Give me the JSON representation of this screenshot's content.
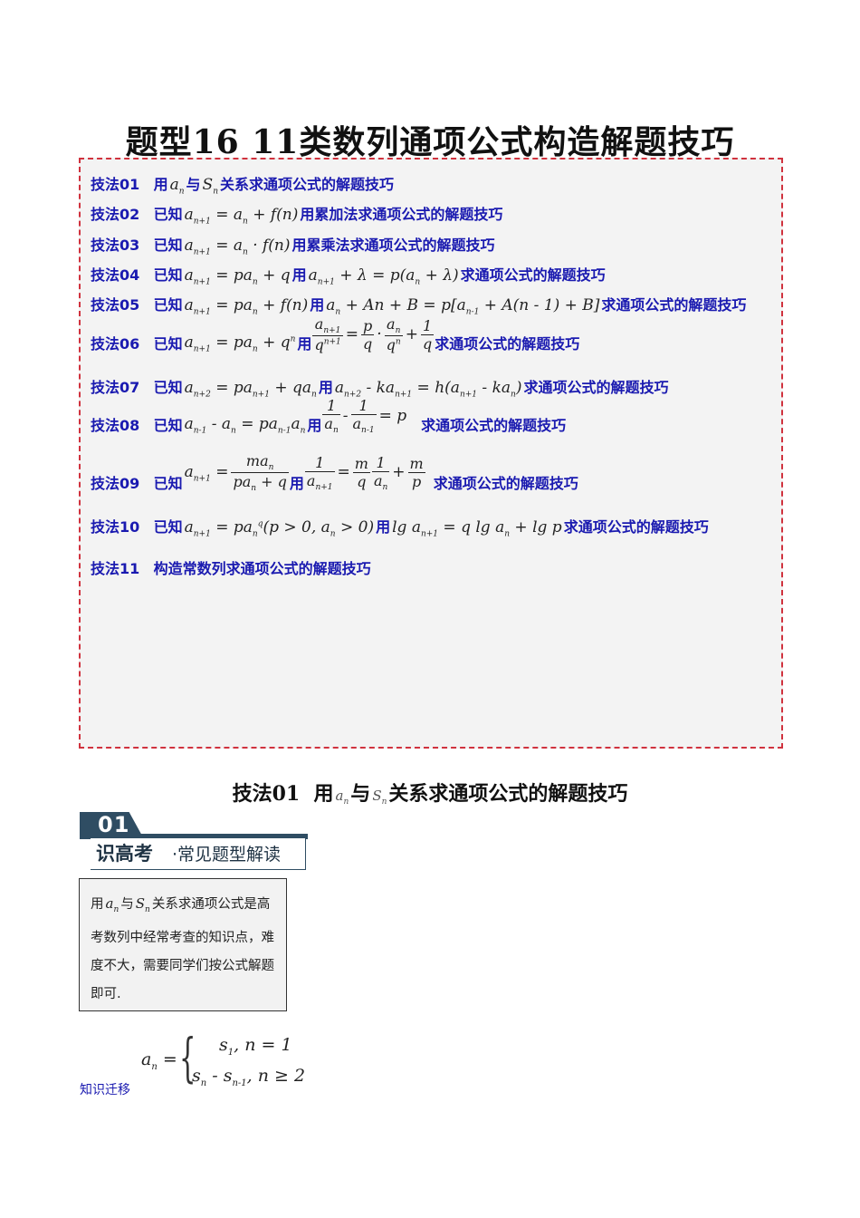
{
  "title": "题型16 11类数列通项公式构造解题技巧",
  "toc": [
    {
      "label": "技法01",
      "pre": "用",
      "post": "关系求通项公式的解题技巧"
    },
    {
      "label": "技法02",
      "pre": "已知",
      "post": "用累加法求通项公式的解题技巧"
    },
    {
      "label": "技法03",
      "pre": "已知",
      "post": "用累乘法求通项公式的解题技巧"
    },
    {
      "label": "技法04",
      "pre": "已知",
      "post": "求通项公式的解题技巧"
    },
    {
      "label": "技法05",
      "pre": "已知",
      "post": "求通项公式的解题技巧"
    },
    {
      "label": "技法06",
      "pre": "已知",
      "post": "求通项公式的解题技巧"
    },
    {
      "label": "技法07",
      "pre": "已知",
      "post": "求通项公式的解题技巧"
    },
    {
      "label": "技法08",
      "pre": "已知",
      "post": "求通项公式的解题技巧"
    },
    {
      "label": "技法09",
      "pre": "已知",
      "post": "求通项公式的解题技巧"
    },
    {
      "label": "技法10",
      "pre": "已知",
      "post": "求通项公式的解题技巧"
    },
    {
      "label": "技法11",
      "pre": "构造常数列求通项公式的解题技巧",
      "post": ""
    }
  ],
  "words": {
    "use": "用",
    "and": "与"
  },
  "section": {
    "label": "技法01",
    "pre": "用",
    "and": "与",
    "post": "关系求通项公式的解题技巧"
  },
  "badge": {
    "number": "01",
    "label_bold": "识高考",
    "label_rest": "·常见题型解读"
  },
  "explain": {
    "pre": "用",
    "mid": "与",
    "post": "关系求通项公式是高考数列中经常考查的知识点，难度不大，需要同学们按公式解题即可."
  },
  "knowledge_label": "知识迁移"
}
